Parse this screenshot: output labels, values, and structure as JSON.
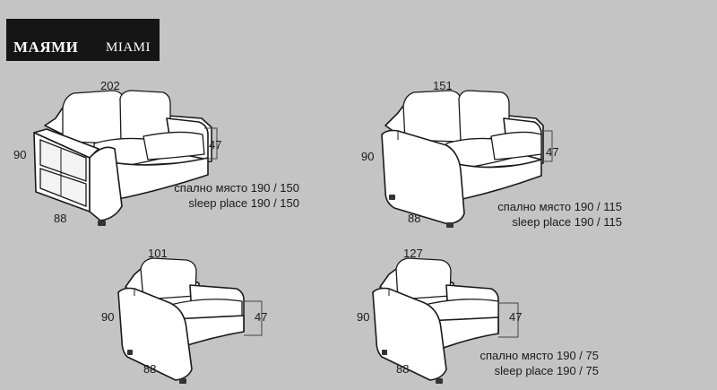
{
  "header": {
    "title_bg": "МАЯМИ",
    "title_en": "MIAMI"
  },
  "products": [
    {
      "width": "202",
      "height": "90",
      "depth": "88",
      "seat_height": "47",
      "sleep_bg": "спално място 190 / 150",
      "sleep_en": "sleep place 190 / 150"
    },
    {
      "width": "151",
      "height": "90",
      "depth": "88",
      "seat_height": "47",
      "sleep_bg": "спално място 190 / 115",
      "sleep_en": "sleep place 190 / 115"
    },
    {
      "width": "101",
      "height": "90",
      "depth": "88",
      "seat_height": "47"
    },
    {
      "width": "127",
      "height": "90",
      "depth": "88",
      "seat_height": "47",
      "sleep_bg": "спално място 190 / 75",
      "sleep_en": "sleep place 190 / 75"
    }
  ]
}
